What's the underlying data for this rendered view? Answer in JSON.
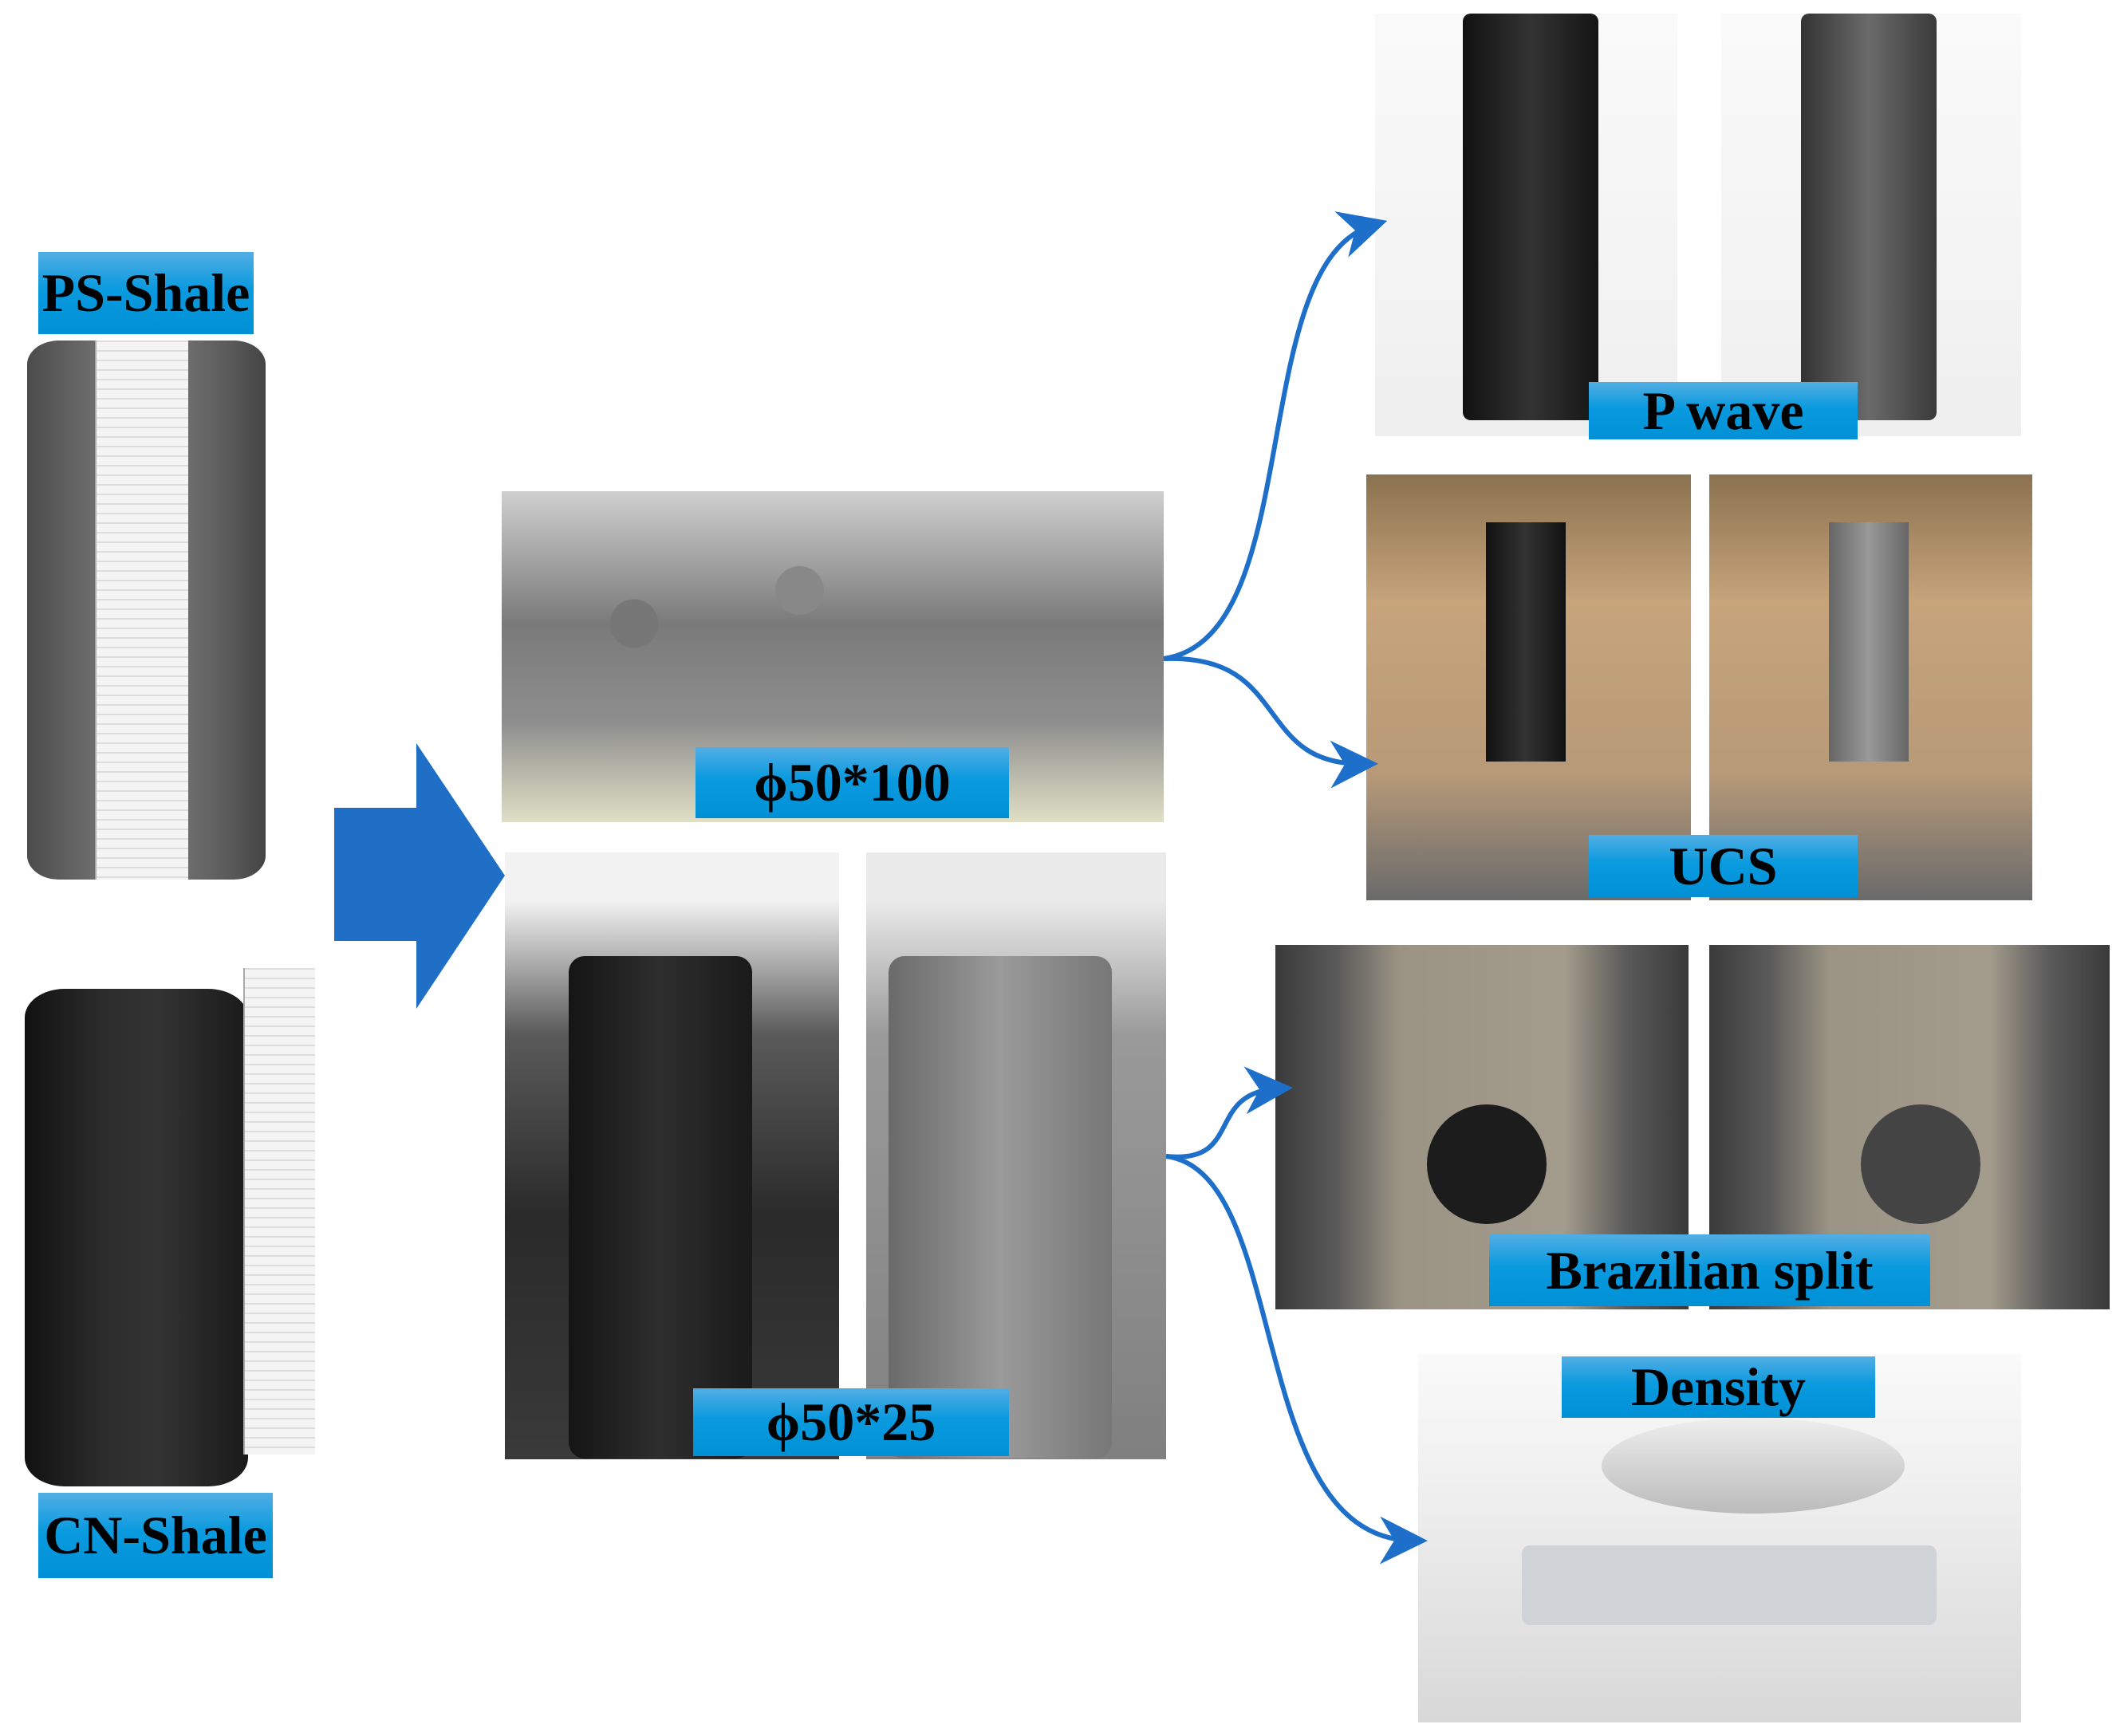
{
  "labels": {
    "ps_shale": "PS-Shale",
    "cn_shale": "CN-Shale",
    "sample_long": "ϕ50*100",
    "sample_short": "ϕ50*25",
    "p_wave": "P wave",
    "ucs": "UCS",
    "brazilian": "Brazilian split",
    "density": "Density"
  },
  "colors": {
    "label_bg": "#0a9adf",
    "arrow": "#1f6fc6",
    "connector": "#1e6fc9"
  }
}
